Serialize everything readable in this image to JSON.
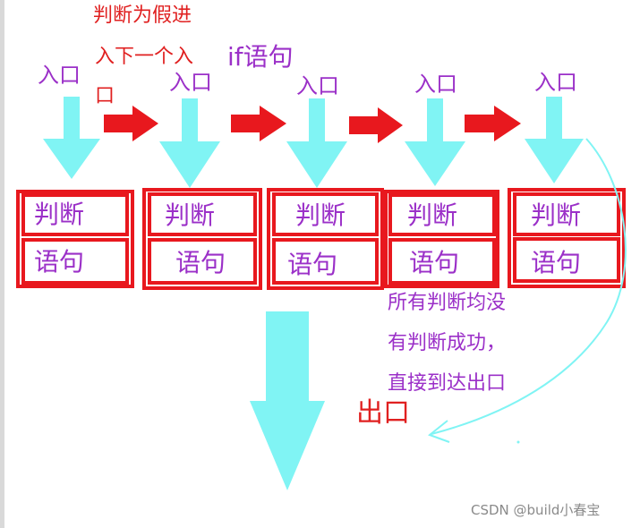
{
  "title": "if语句",
  "false_note_lines": [
    "判断为假进",
    "入下一个入",
    "口"
  ],
  "entry_label": "入口",
  "cell_judge": "判断",
  "cell_statement": "语句",
  "all_fail_note_lines": [
    "所有判断均没",
    "有判断成功，",
    "直接到达出口"
  ],
  "exit_label": "出口",
  "watermark": "CSDN @build小春宝",
  "colors": {
    "box": "#e8181e",
    "arrow_red": "#e8181e",
    "arrow_cyan": "#80f4f4",
    "purple": "#9b30c8"
  }
}
